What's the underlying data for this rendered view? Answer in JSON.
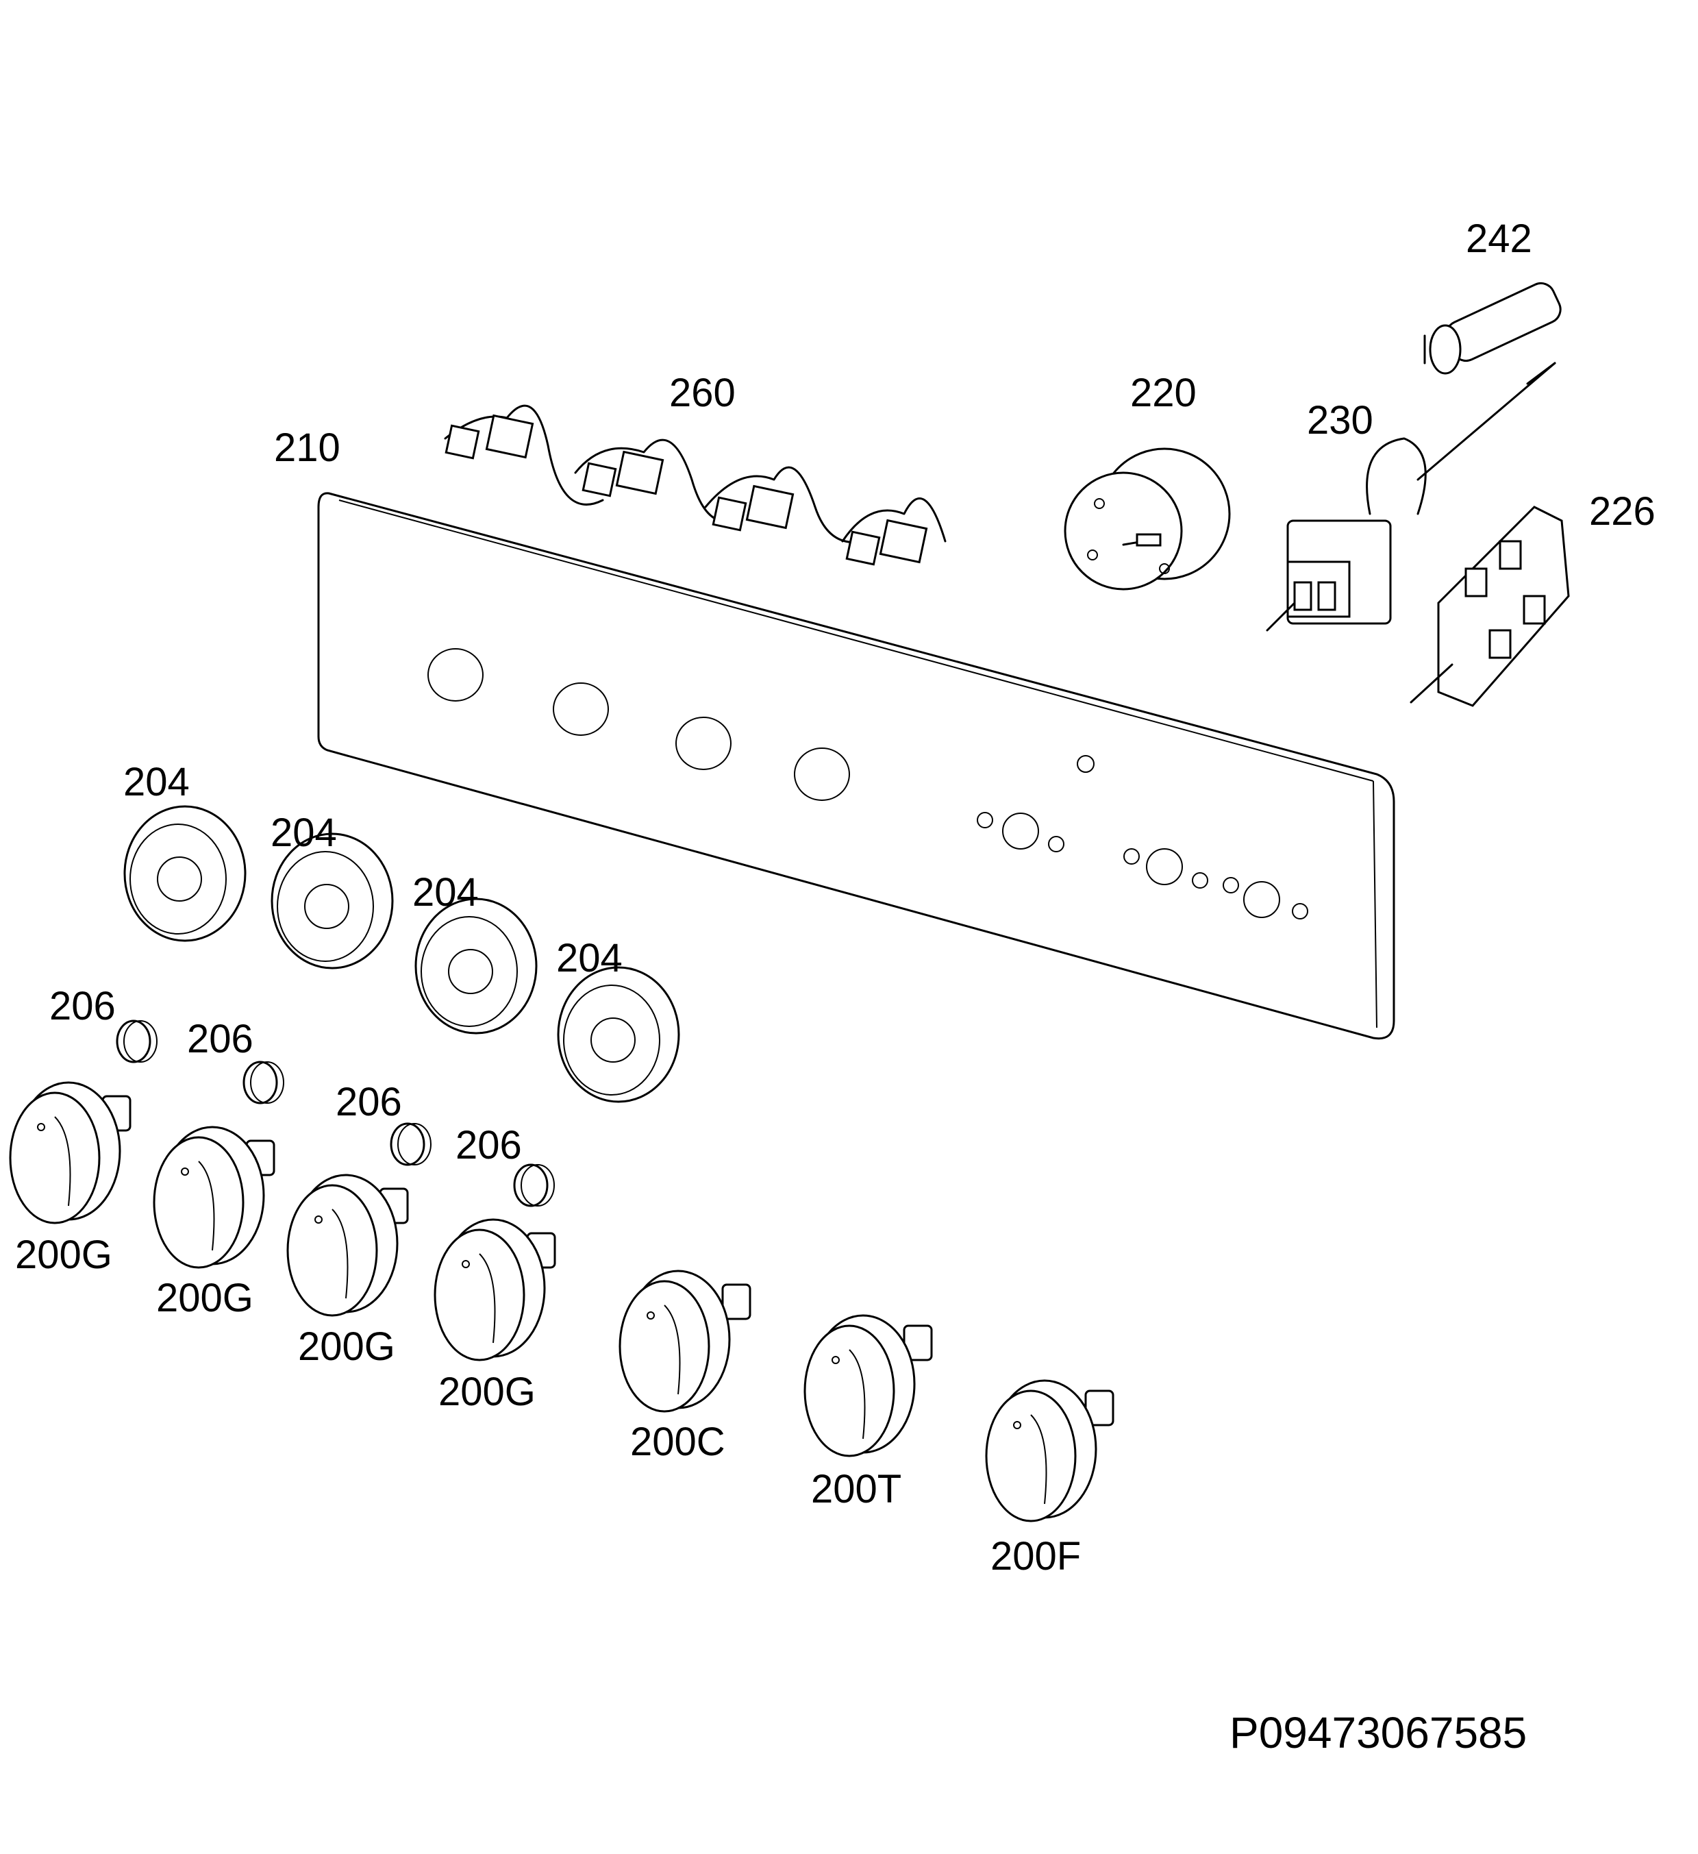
{
  "labels": {
    "p242": "242",
    "p260": "260",
    "p220": "220",
    "p230": "230",
    "p210": "210",
    "p226": "226",
    "p204a": "204",
    "p204b": "204",
    "p204c": "204",
    "p204d": "204",
    "p206a": "206",
    "p206b": "206",
    "p206c": "206",
    "p206d": "206",
    "p200g1": "200G",
    "p200g2": "200G",
    "p200g3": "200G",
    "p200g4": "200G",
    "p200c": "200C",
    "p200t": "200T",
    "p200f": "200F"
  },
  "document_id": "P09473067585"
}
